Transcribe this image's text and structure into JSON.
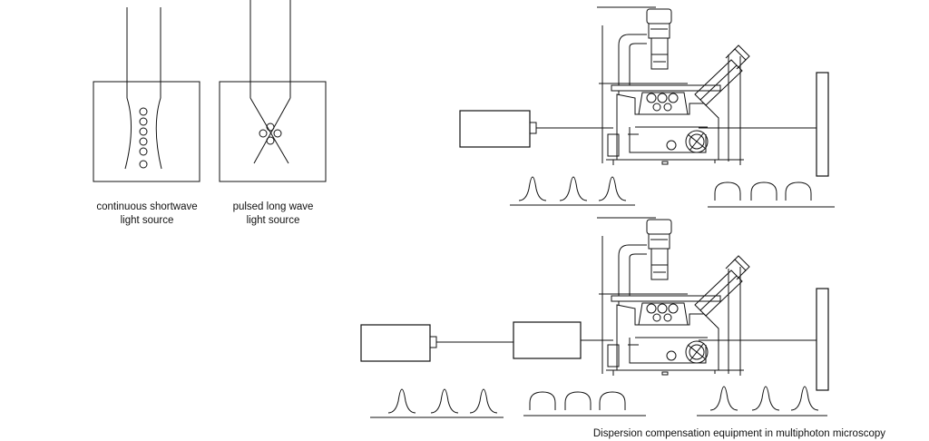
{
  "left_panels": {
    "continuous": {
      "line1": "continuous shortwave",
      "line2": "light source"
    },
    "pulsed": {
      "line1": "pulsed long wave",
      "line2": "light source"
    }
  },
  "caption": "Dispersion compensation equipment in multiphoton microscopy",
  "colors": {
    "stroke": "#111111",
    "background": "#ffffff"
  }
}
